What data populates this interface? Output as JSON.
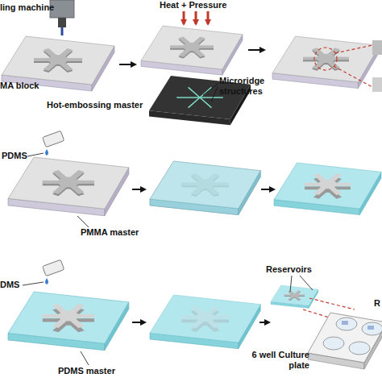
{
  "diagram": {
    "labels": [
      "ling machine",
      "Heat + Pressure",
      "MA block",
      "Hot-embossing master",
      "Microridge structures",
      "PDMS",
      "PMMA master",
      "DMS",
      "Reservoirs",
      "PDMS master",
      "6 well Culture plate",
      "R"
    ]
  }
}
